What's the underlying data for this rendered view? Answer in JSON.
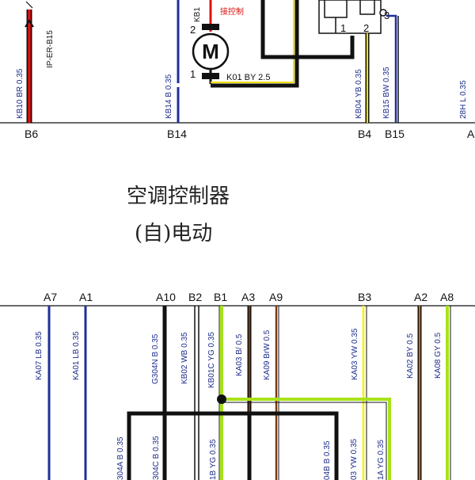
{
  "component": {
    "title_line1": "空调控制器",
    "title_line2": "(自)电动"
  },
  "top": {
    "connector_label": "IP-ER-B15",
    "motor_symbol": "M",
    "motor_pin_upper": "2",
    "motor_pin_lower": "1",
    "relay_pin_1": "1",
    "relay_pin_2": "2",
    "relay_pin_3": "3",
    "top_cut_label": "KB1",
    "red_wire_note": "接控制",
    "motor_wire_label": "K01 BY 2.5",
    "wires": [
      {
        "code": "KB10 BR 0.35"
      },
      {
        "code": "KB14 B 0.35"
      },
      {
        "code": "KB04 YB 0.35"
      },
      {
        "code": "KB15 BW 0.35"
      },
      {
        "code": "28H L 0.35"
      }
    ],
    "pins": [
      "B6",
      "B14",
      "B4",
      "B15",
      "A"
    ]
  },
  "bottom": {
    "pins": [
      "A7",
      "A1",
      "A10",
      "B2",
      "B1",
      "A3",
      "A9",
      "B3",
      "A2",
      "A8"
    ],
    "wires": [
      {
        "code": "KA07 LB 0.35"
      },
      {
        "code": "KA01 LB 0.35"
      },
      {
        "code": "G304N B 0.35"
      },
      {
        "code": "KB02 WB 0.35"
      },
      {
        "code": "KB01C YG 0.35"
      },
      {
        "code": "KA03 B/ 0.5"
      },
      {
        "code": "KA09 BrW 0.5"
      },
      {
        "code": "KA03 YW 0.35"
      },
      {
        "code": "KA02 BY 0.5"
      },
      {
        "code": "KA08 GY 0.5"
      }
    ],
    "lower_labels": [
      "304A B 0.35",
      "304C B 0.35",
      "1B YG 0.35",
      "04B B 0.35",
      "03 YW 0.35",
      "1A YG 0.35"
    ]
  },
  "colors": {
    "black": "#111111",
    "red": "#e01010",
    "blue": "#1f2f9a",
    "yellow": "#f2e000",
    "yellow_green": "#a8e21a",
    "brown": "#7a3a10",
    "orange_brown": "#c07018",
    "pale_yellow": "#f6f000"
  }
}
